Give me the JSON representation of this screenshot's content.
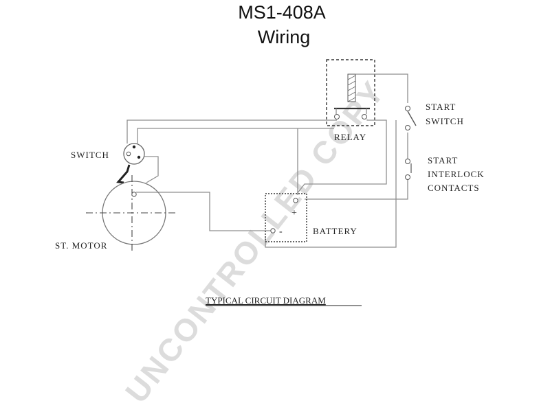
{
  "title": {
    "line1": "MS1-408A",
    "line2": "Wiring"
  },
  "labels": {
    "relay": "RELAY",
    "start_switch_1": "START",
    "start_switch_2": "SWITCH",
    "start_interlock_1": "START",
    "start_interlock_2": "INTERLOCK",
    "start_interlock_3": "CONTACTS",
    "switch": "SWITCH",
    "st_motor": "ST. MOTOR",
    "battery": "BATTERY",
    "battery_plus": "+",
    "battery_minus": "-"
  },
  "caption": "TYPICAL CIRCUIT DIAGRAM",
  "watermark": "UNCONTROLLED COPY",
  "colors": {
    "line": "#8f8f8f",
    "dark": "#333333",
    "text": "#222222",
    "watermark": "#dcdcdc"
  }
}
